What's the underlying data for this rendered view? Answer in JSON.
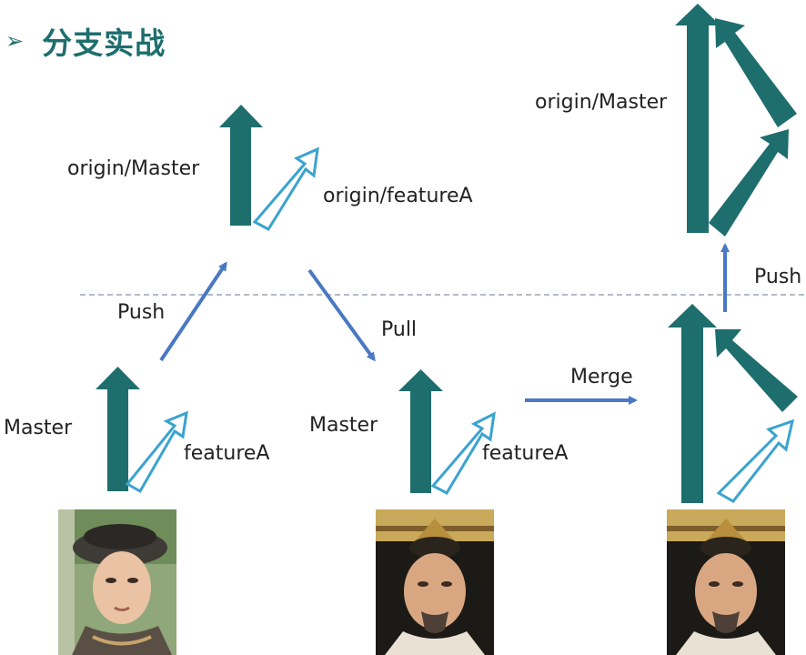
{
  "header": {
    "bullet": "➢",
    "title": "分支实战"
  },
  "labels": {
    "origin_master_left": "origin/Master",
    "origin_feature_a": "origin/featureA",
    "origin_master_right": "origin/Master",
    "push_left": "Push",
    "push_right": "Push",
    "pull": "Pull",
    "merge": "Merge",
    "master_left": "Master",
    "feature_a_left": "featureA",
    "master_mid": "Master",
    "feature_a_mid": "featureA"
  },
  "colors": {
    "title": "#1e6e6e",
    "master_arrow": "#1e6e6e",
    "feature_arrow": "#3aa3cf",
    "flow_arrow": "#4a78c2",
    "dashed_line": "#7f93b0"
  }
}
